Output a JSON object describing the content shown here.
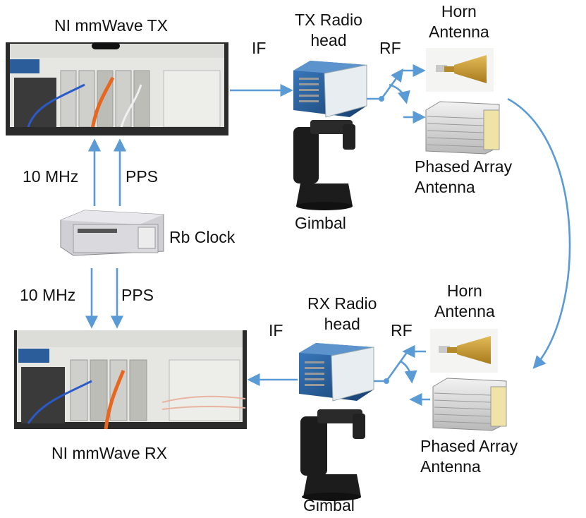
{
  "labels": {
    "tx_chassis": "NI mmWave TX",
    "rx_chassis": "NI mmWave RX",
    "tx_if": "IF",
    "rx_if": "IF",
    "tx_radio_head_line1": "TX Radio",
    "tx_radio_head_line2": "head",
    "rx_radio_head_line1": "RX Radio",
    "rx_radio_head_line2": "head",
    "tx_rf": "RF",
    "rx_rf": "RF",
    "tx_horn_line1": "Horn",
    "tx_horn_line2": "Antenna",
    "rx_horn_line1": "Horn",
    "rx_horn_line2": "Antenna",
    "tx_phased_line1": "Phased Array",
    "tx_phased_line2": "Antenna",
    "rx_phased_line1": "Phased Array",
    "rx_phased_line2": "Antenna",
    "tx_gimbal": "Gimbal",
    "rx_gimbal": "Gimbal",
    "rb_clock": "Rb Clock",
    "tx_10mhz": "10 MHz",
    "tx_pps": "PPS",
    "rx_10mhz": "10 MHz",
    "rx_pps": "PPS"
  },
  "colors": {
    "arrow": "#5b9bd5",
    "chassis_body": "#e6e6e3",
    "radio_head_blue": "#1f5f9f",
    "horn_gold": "#c99a2e",
    "gimbal_black": "#1c1c1c"
  },
  "icons": {
    "tx_chassis": "instrument-chassis",
    "rx_chassis": "instrument-chassis",
    "radio_head": "radio-head-box",
    "horn": "horn-antenna",
    "phased_array": "phased-array-antenna",
    "gimbal": "gimbal-mount",
    "rb_clock": "rubidium-clock"
  }
}
